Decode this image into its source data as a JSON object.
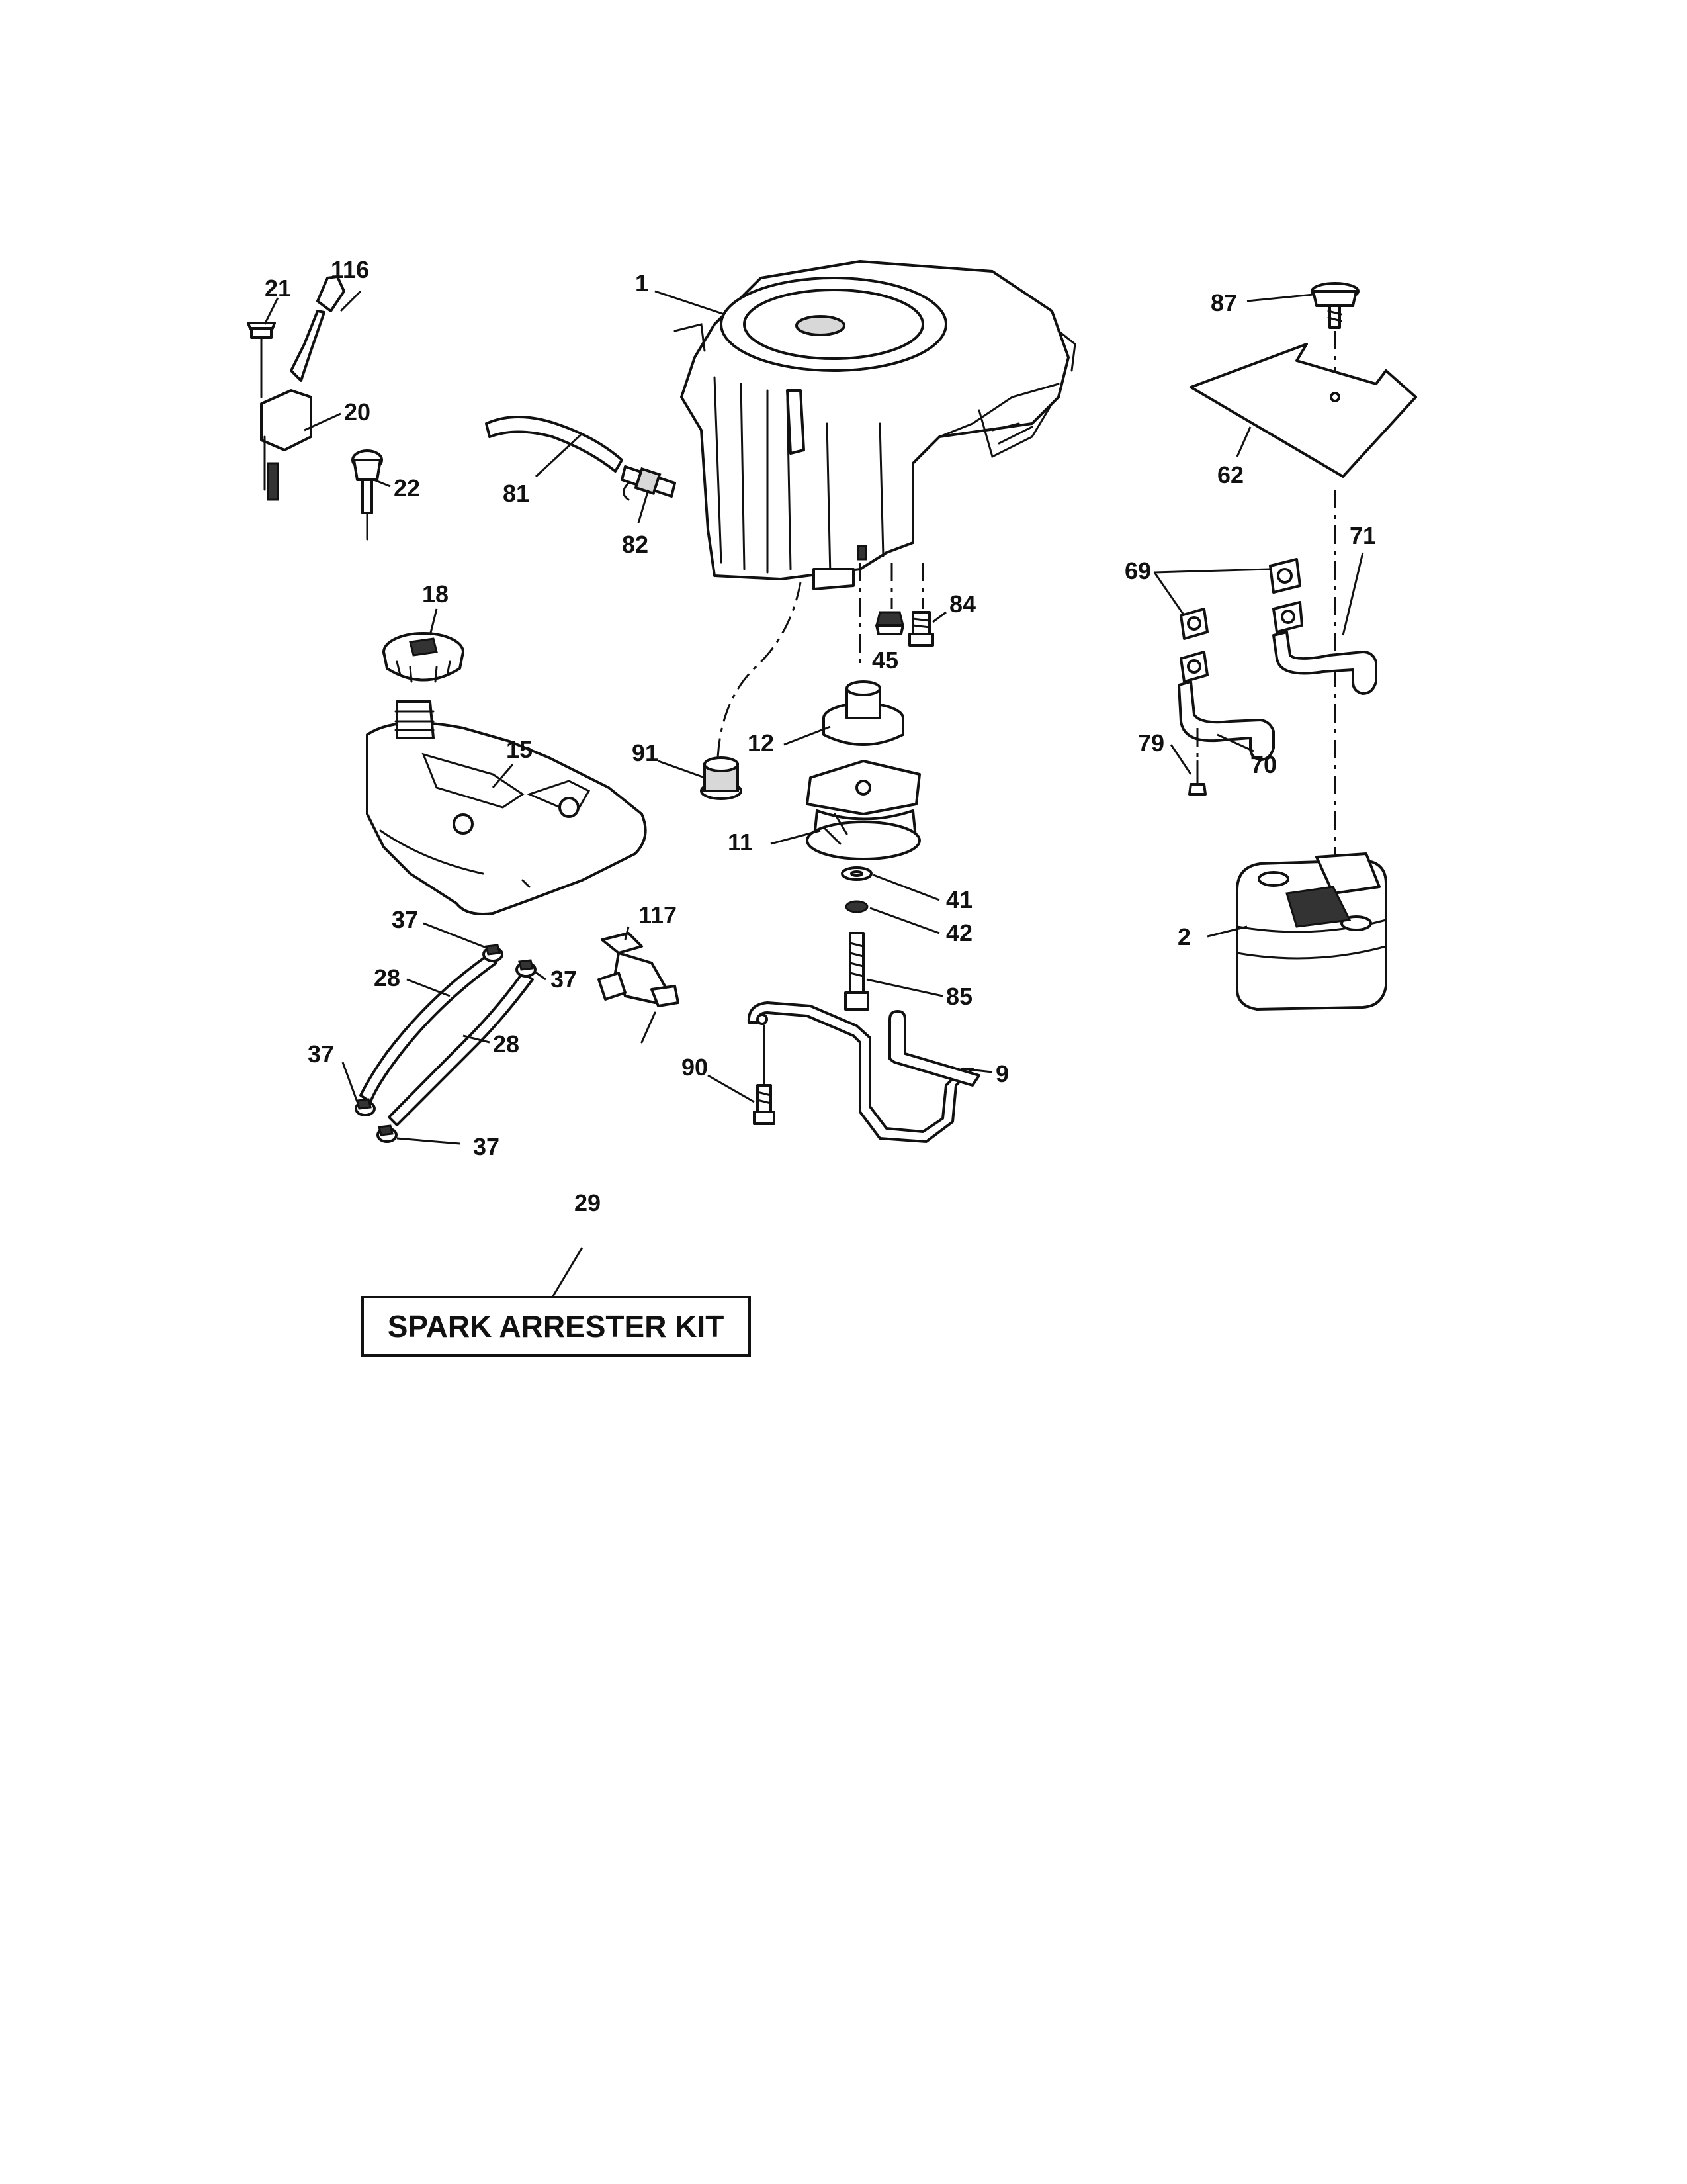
{
  "diagram": {
    "callouts": {
      "c1": "1",
      "c2": "2",
      "c9": "9",
      "c11": "11",
      "c12": "12",
      "c15": "15",
      "c18": "18",
      "c20": "20",
      "c21": "21",
      "c22": "22",
      "c28a": "28",
      "c28b": "28",
      "c29": "29",
      "c37a": "37",
      "c37b": "37",
      "c37c": "37",
      "c37d": "37",
      "c41": "41",
      "c42": "42",
      "c45": "45",
      "c62": "62",
      "c69": "69",
      "c70": "70",
      "c71": "71",
      "c79": "79",
      "c81": "81",
      "c82": "82",
      "c84": "84",
      "c85": "85",
      "c87": "87",
      "c90": "90",
      "c91": "91",
      "c116": "116",
      "c117": "117"
    },
    "kit_label": "SPARK ARRESTER KIT"
  }
}
